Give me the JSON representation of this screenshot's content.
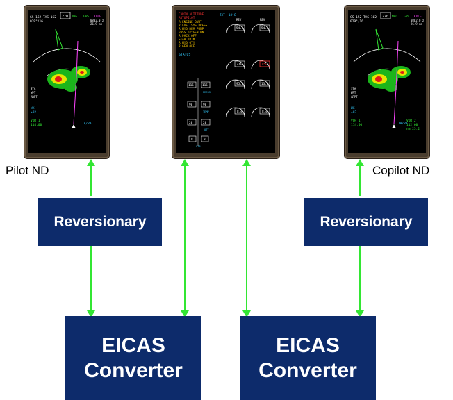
{
  "labels": {
    "pilot_nd": "Pilot ND",
    "copilot_nd": "Copilot ND"
  },
  "boxes": {
    "reversionary_left": "Reversionary",
    "reversionary_right": "Reversionary",
    "eicas_left_line1": "EICAS",
    "eicas_left_line2": "Converter",
    "eicas_right_line1": "EICAS",
    "eicas_right_line2": "Converter"
  },
  "nd_display": {
    "gs_tas": "GS 152  TAS 162",
    "wind": "029°/16",
    "heading": "270",
    "mag": "MAG",
    "gps": "GPS",
    "waypoint": "KDLE",
    "eta": "0802.0 z",
    "dist": "26.9 nm",
    "wx": "WX",
    "wx_val": "+02",
    "vor1": "VOR 1",
    "vor1_freq": "114.00",
    "vor2": "VOR 2",
    "vor2_freq": "112.60",
    "vor2_dist": "nm 25.2",
    "tara": "TA/RA",
    "sta": "STA",
    "wpt": "WPT",
    "arpt": "ARPT"
  },
  "eicas_display": {
    "cas_messages": [
      "CABIN ALTITUDE",
      "AUTOPILOT"
    ],
    "cas_amber": [
      "R ENGINE OVHT",
      "R FUEL SYS PRESS",
      "R HYD DEM PUMP",
      "PASS OXYGEN ON",
      "R PACK OFF",
      "STAB TRIM",
      "R HYD QTY",
      "R GEN OFF"
    ],
    "status": "STATUS",
    "tat": "TAT -18°C",
    "rev": "REV",
    "n1_left": "54.3",
    "n1_right": "54.3",
    "egt_left": "460",
    "egt_right": "850",
    "n2_left": "95.0",
    "n2_right": "13.0",
    "ff_left": "8.4",
    "ff_right": "8.4",
    "oil_press_l": "116",
    "oil_press_r": "116",
    "oil_temp_l": "90",
    "oil_temp_r": "90",
    "oil_qty_l": "20",
    "oil_qty_r": "20",
    "vib_l": "8",
    "vib_r": "8",
    "press_lbl": "PRESS",
    "temp_lbl": "TEMP",
    "qty_lbl": "QTY",
    "vib_lbl": "VIB"
  },
  "colors": {
    "arrow": "#33e633",
    "box": "#0d2b6b",
    "bezel": "#4a3d2e"
  }
}
